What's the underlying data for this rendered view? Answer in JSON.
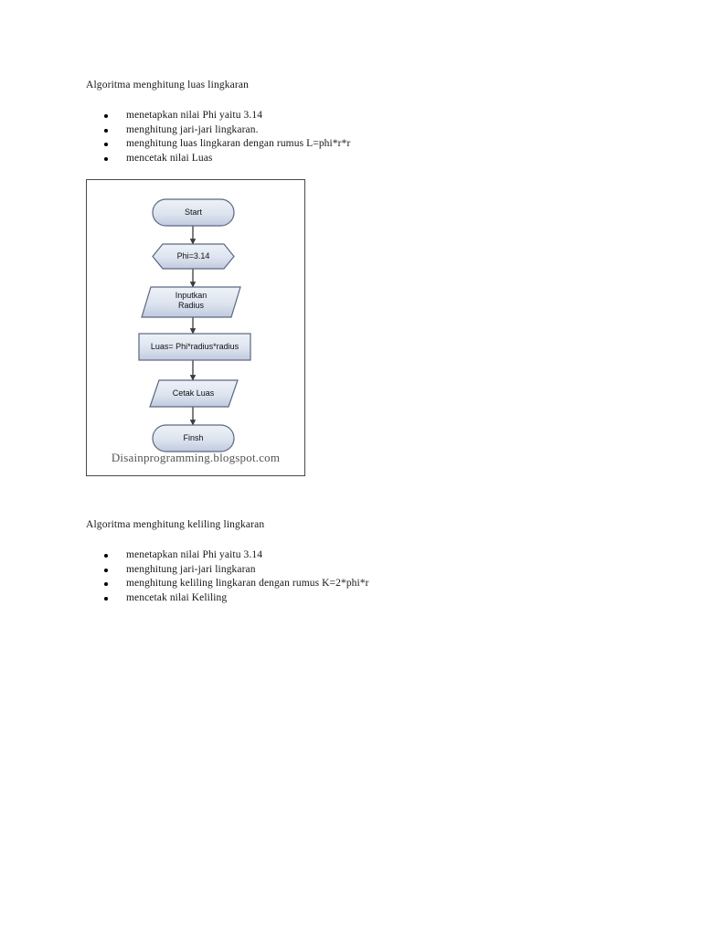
{
  "document": {
    "background_color": "#ffffff",
    "text_color": "#161616"
  },
  "sections": [
    {
      "heading": "Algoritma menghitung luas lingkaran",
      "items": [
        "menetapkan nilai Phi yaitu 3.14",
        "menghitung jari-jari lingkaran.",
        "menghitung luas lingkaran dengan rumus L=phi*r*r",
        "mencetak nilai Luas"
      ]
    },
    {
      "heading": "Algoritma menghitung keliling lingkaran",
      "items": [
        "menetapkan nilai Phi yaitu 3.14",
        "menghitung jari-jari lingkaran",
        "menghitung keliling lingkaran dengan rumus K=2*phi*r",
        "mencetak nilai Keliling"
      ]
    }
  ],
  "flowchart": {
    "watermark": "Disainprogramming.blogspot.com",
    "border_color": "#4a4a4a",
    "shape_fill_top": "#e8edf5",
    "shape_fill_bottom": "#c3cddf",
    "shape_stroke": "#5b6781",
    "connector_color": "#3c3c3c",
    "nodes": [
      {
        "id": "start",
        "label": "Start",
        "shape": "terminator"
      },
      {
        "id": "phi",
        "label": "Phi=3.14",
        "shape": "preparation"
      },
      {
        "id": "input",
        "label": "Inputkan\nRadius",
        "shape": "input-output"
      },
      {
        "id": "process",
        "label": "Luas= Phi*radius*radius",
        "shape": "process"
      },
      {
        "id": "output",
        "label": "Cetak Luas",
        "shape": "input-output"
      },
      {
        "id": "finish",
        "label": "Finsh",
        "shape": "terminator"
      }
    ],
    "edges": [
      {
        "from": "start",
        "to": "phi"
      },
      {
        "from": "phi",
        "to": "input"
      },
      {
        "from": "input",
        "to": "process"
      },
      {
        "from": "process",
        "to": "output"
      },
      {
        "from": "output",
        "to": "finish"
      }
    ]
  }
}
